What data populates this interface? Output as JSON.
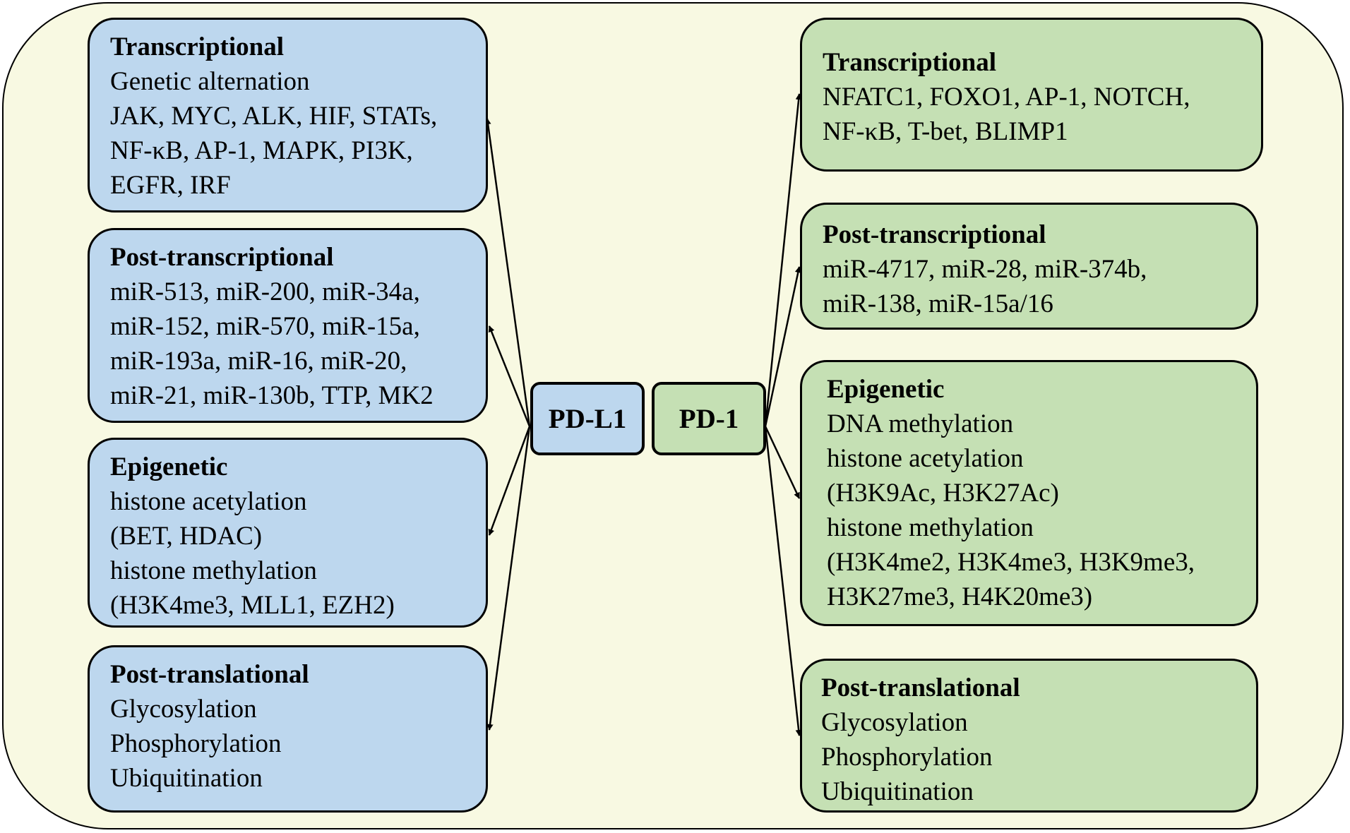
{
  "center": {
    "pdl1": "PD-L1",
    "pd1": "PD-1"
  },
  "left_boxes": [
    {
      "title": "Transcriptional",
      "lines": [
        "Genetic alternation",
        "JAK, MYC, ALK, HIF, STATs,",
        "NF-κB, AP-1, MAPK, PI3K,",
        "EGFR, IRF"
      ]
    },
    {
      "title": "Post-transcriptional",
      "lines": [
        "miR-513, miR-200, miR-34a,",
        "miR-152, miR-570, miR-15a,",
        "miR-193a, miR-16, miR-20,",
        "miR-21, miR-130b, TTP, MK2"
      ]
    },
    {
      "title": "Epigenetic",
      "lines": [
        "histone acetylation",
        "(BET, HDAC)",
        "histone methylation",
        "(H3K4me3, MLL1, EZH2)"
      ]
    },
    {
      "title": "Post-translational",
      "lines": [
        "Glycosylation",
        "Phosphorylation",
        "Ubiquitination"
      ]
    }
  ],
  "right_boxes": [
    {
      "title": "Transcriptional",
      "lines": [
        "NFATC1, FOXO1, AP-1, NOTCH,",
        "NF-κB, T-bet, BLIMP1"
      ]
    },
    {
      "title": "Post-transcriptional",
      "lines": [
        "miR-4717, miR-28, miR-374b,",
        "miR-138, miR-15a/16"
      ]
    },
    {
      "title": "Epigenetic",
      "lines": [
        "DNA methylation",
        "histone acetylation",
        "(H3K9Ac, H3K27Ac)",
        "histone methylation",
        "(H3K4me2, H3K4me3, H3K9me3,",
        "H3K27me3, H4K20me3)"
      ]
    },
    {
      "title": "Post-translational",
      "lines": [
        "Glycosylation",
        "Phosphorylation",
        "Ubiquitination"
      ]
    }
  ],
  "colors": {
    "background": "#f8f9e2",
    "pdl1_fill": "#bdd7ee",
    "pd1_fill": "#c5e0b4"
  }
}
